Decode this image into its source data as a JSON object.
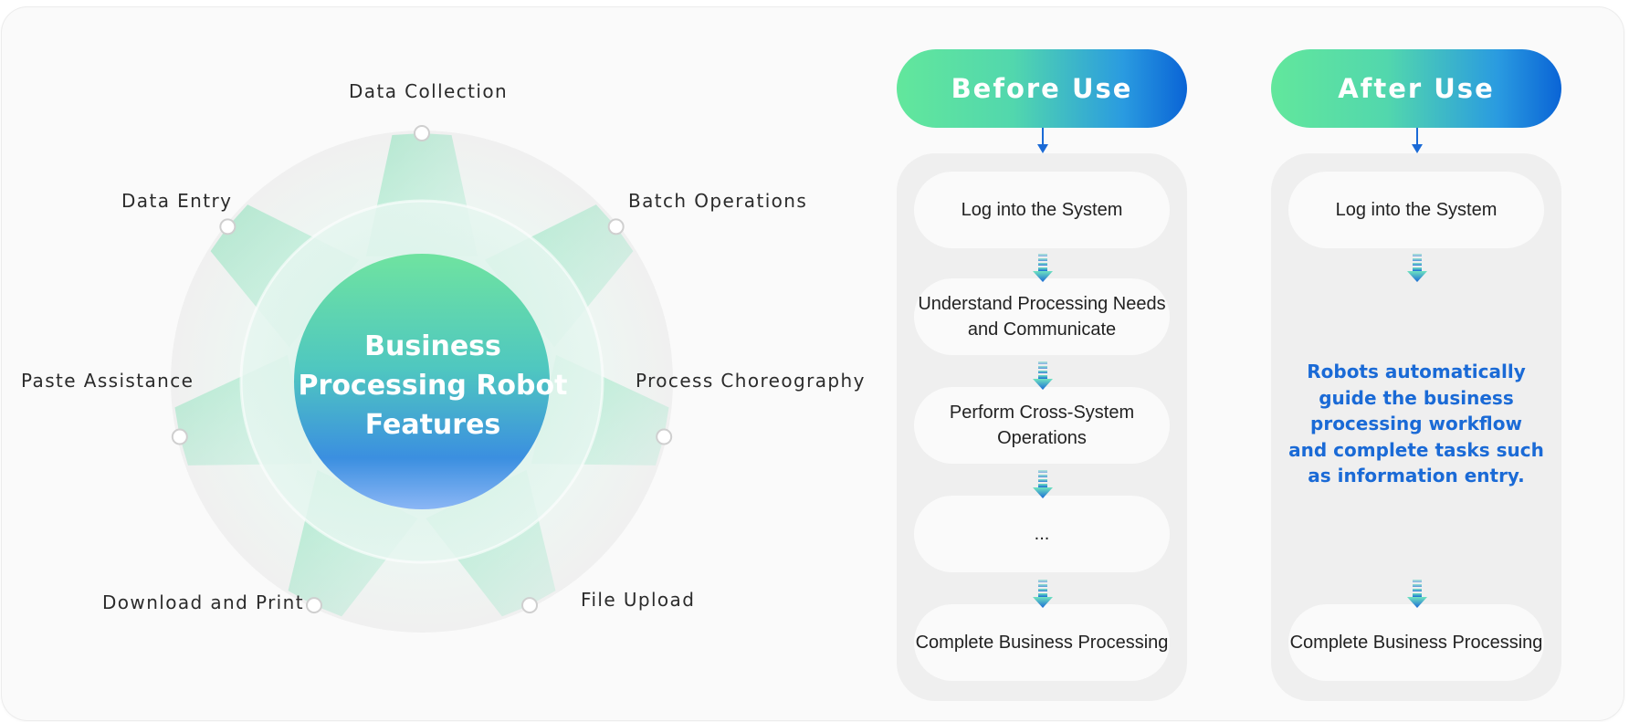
{
  "center_title_lines": [
    "Business",
    "Processing Robot",
    "Features"
  ],
  "features": [
    {
      "label": "Data Collection"
    },
    {
      "label": "Batch Operations"
    },
    {
      "label": "Process Choreography"
    },
    {
      "label": "File Upload"
    },
    {
      "label": "Download and Print"
    },
    {
      "label": "Paste Assistance"
    },
    {
      "label": "Data Entry"
    }
  ],
  "before": {
    "title": "Before Use",
    "steps": [
      {
        "label": "Log into the System"
      },
      {
        "label": "Understand Processing Needs and Communicate"
      },
      {
        "label": "Perform Cross-System Operations"
      },
      {
        "label": "..."
      },
      {
        "label": "Complete Business Processing"
      }
    ]
  },
  "after": {
    "title": "After Use",
    "first_step": "Log into the System",
    "note": "Robots automatically guide the business processing workflow and complete tasks such as information entry.",
    "last_step": "Complete Business Processing"
  },
  "colors": {
    "header_start": "#62e79c",
    "header_end": "#0a64d6",
    "note_text": "#1a6ad6",
    "panel": "#efefef",
    "step": "#fafafa"
  },
  "icons": [
    "down-arrow-icon",
    "gradient-down-arrow-icon",
    "node-dot-icon"
  ]
}
